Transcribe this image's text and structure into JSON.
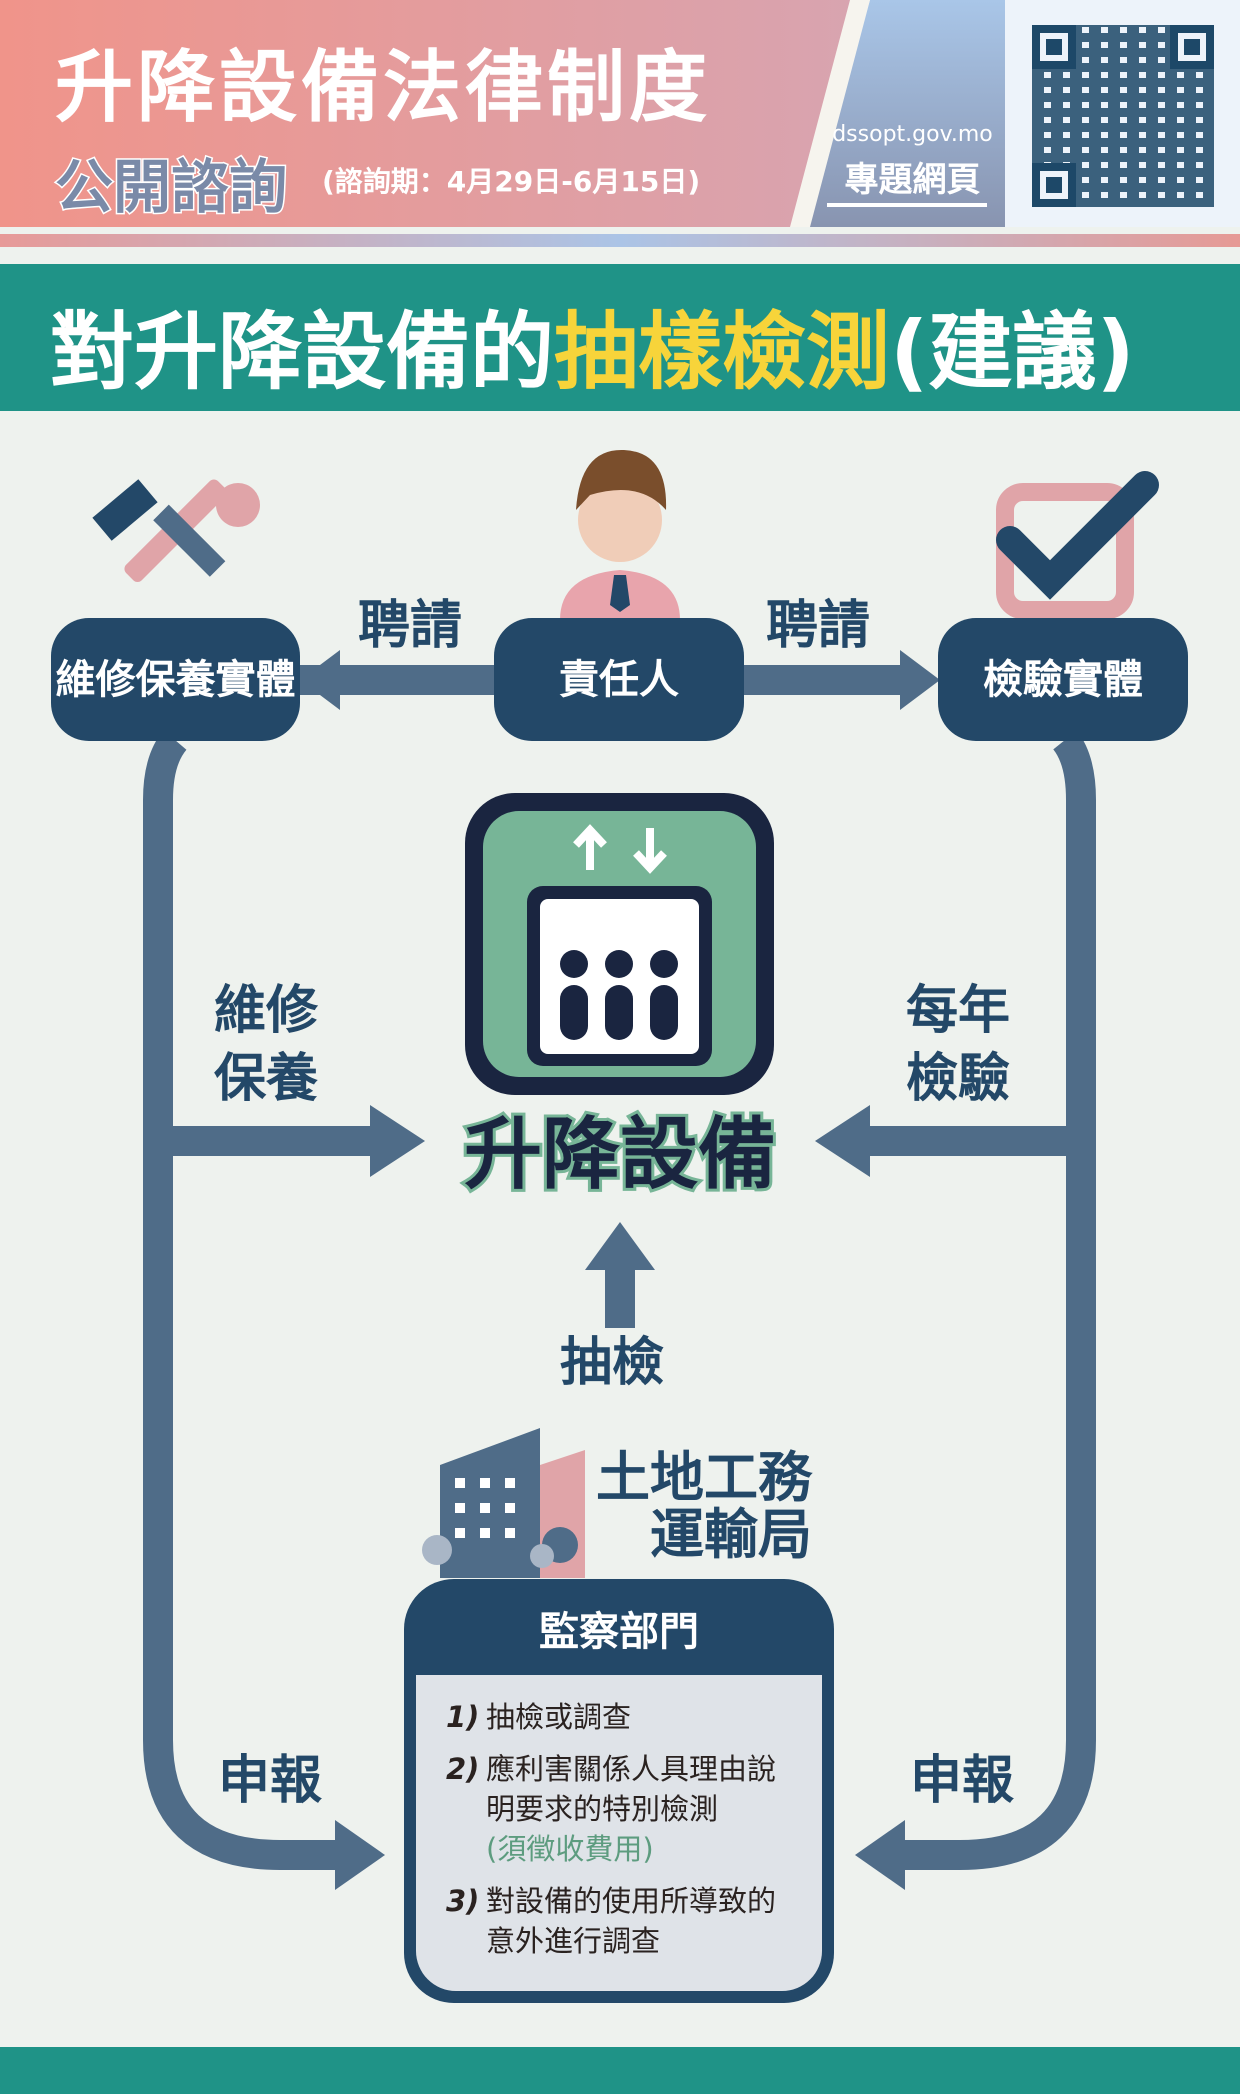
{
  "header": {
    "title": "升降設備法律制度",
    "subtitle": "公開諮詢",
    "period": "(諮詢期：4月29日-6月15日)",
    "url": "dssopt.gov.mo",
    "topic_page": "專題網頁"
  },
  "banner": {
    "prefix": "對升降設備的",
    "highlight": "抽樣檢測",
    "suffix": "(建議)"
  },
  "diagram": {
    "nodes": {
      "maintenance": "維修保養實體",
      "responsible": "責任人",
      "inspection": "檢驗實體"
    },
    "hire_left": "聘請",
    "hire_right": "聘請",
    "maintain_label": "維修保養",
    "annual_label": "每年檢驗",
    "center": "升降設備",
    "sampling_label": "抽檢",
    "agency": "土地工務運輸局",
    "report_left": "申報",
    "report_right": "申報",
    "supervision": {
      "title": "監察部門",
      "items": [
        {
          "num": "1)",
          "text": "抽檢或調查"
        },
        {
          "num": "2)",
          "text": "應利害關係人具理由說明要求的特別檢測",
          "note": "(須徵收費用)"
        },
        {
          "num": "3)",
          "text": "對設備的使用所導致的意外進行調查"
        }
      ]
    }
  },
  "colors": {
    "navy": "#234868",
    "teal": "#1f9387",
    "yellow": "#f7d43a",
    "pink": "#f0948a",
    "green": "#77b597"
  }
}
